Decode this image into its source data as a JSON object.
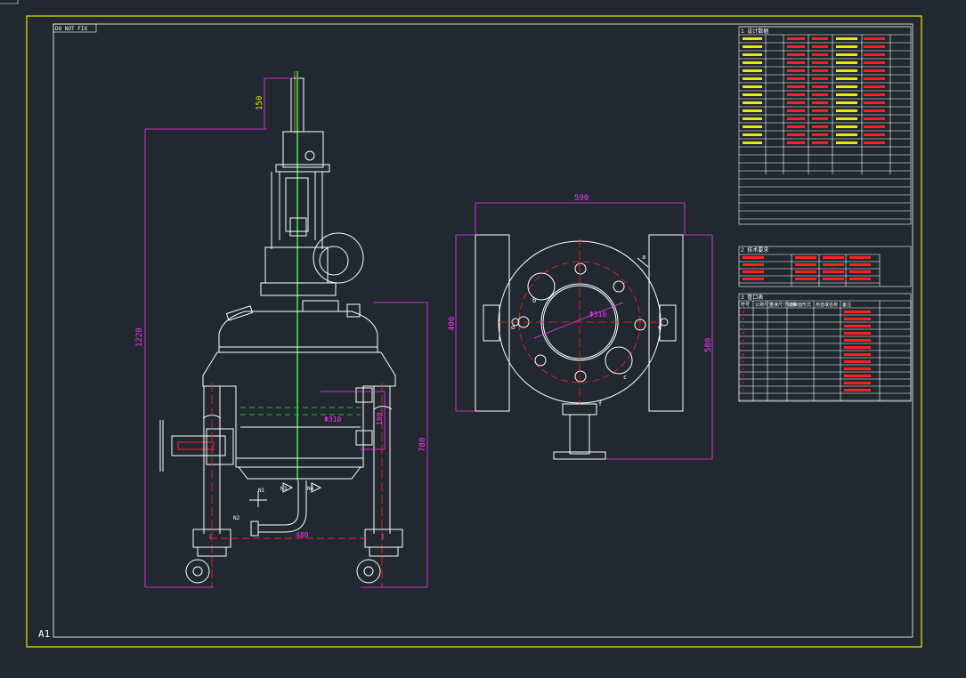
{
  "drawing": {
    "title_tag": "DO NOT FIX",
    "sheet_size": "A1",
    "colors": {
      "background": "#212830",
      "frame": "#e8e800",
      "geometry": "#ffffff",
      "dimension": "#ff33ff",
      "center": "#ff2020",
      "shaft": "#30c030",
      "hidden": "#20c020",
      "table_text_red": "#ff2020"
    }
  },
  "side_view": {
    "dims": {
      "shaft_ext": "150",
      "total_height": "1220",
      "bowl_dia": "Φ310",
      "inner_h": "180",
      "body_h": "780",
      "wheel_span": "480"
    },
    "notes": [
      "N1",
      "N2",
      "N3",
      "N4"
    ]
  },
  "plan_view": {
    "dims": {
      "width": "590",
      "height": "580",
      "depth": "400",
      "bolt_circle": "Φ510"
    },
    "nozzle_tags": [
      "a",
      "b",
      "c",
      "d",
      "e"
    ],
    "bottom_tag": "f"
  },
  "tables": {
    "design_header": "1 设计数据",
    "technical_header": "2 技术要求",
    "nozzle_header": "3 管口表",
    "nozzle_columns": [
      "符号",
      "公称尺寸",
      "连接尺寸标准",
      "连接面形式",
      "用途或名称",
      "备注"
    ],
    "nozzle_rows": [
      "a",
      "b",
      "c",
      "d",
      "e",
      "f",
      "g",
      "h",
      "i",
      "j",
      "k",
      "l"
    ]
  }
}
